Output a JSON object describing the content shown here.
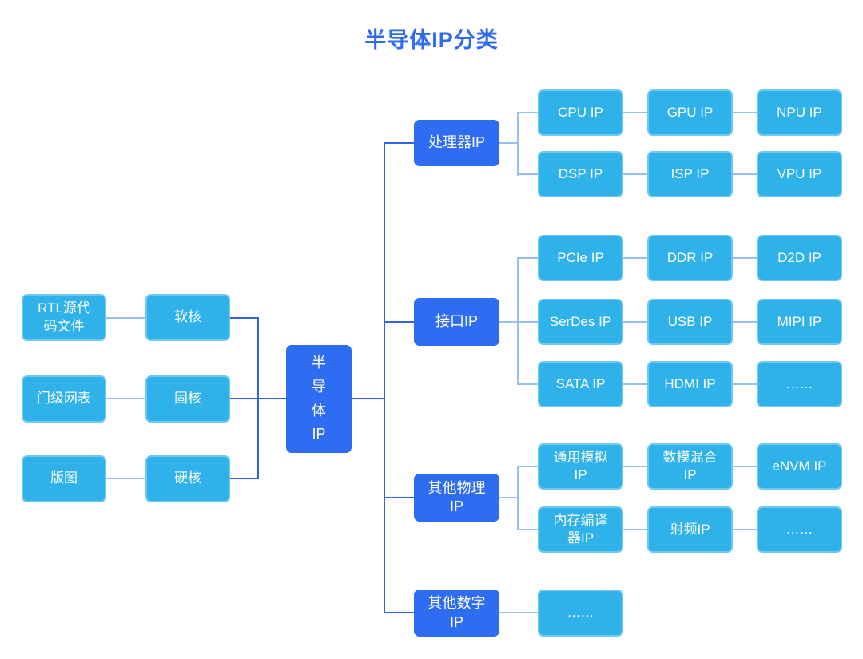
{
  "title": "半导体IP分类",
  "colors": {
    "title_text": "#2f6af5",
    "category_box": "#2e6cf2",
    "leaf_box": "#2fb2e9",
    "connector_dark": "#3063ee",
    "connector_light": "#96c0ee",
    "box_text": "#ffffff",
    "background": "#ffffff"
  },
  "nodes": {
    "rtl": "RTL源代\n码文件",
    "netlist": "门级网表",
    "layout": "版图",
    "soft": "软核",
    "firm": "固核",
    "hard": "硬核",
    "center": "半\n导\n体\nIP",
    "processor": "处理器IP",
    "interface": "接口IP",
    "other_physical": "其他物理\nIP",
    "other_digital": "其他数字\nIP",
    "cpu": "CPU IP",
    "gpu": "GPU IP",
    "npu": "NPU IP",
    "dsp": "DSP IP",
    "isp": "ISP IP",
    "vpu": "VPU IP",
    "pcie": "PCIe IP",
    "ddr": "DDR IP",
    "d2d": "D2D IP",
    "serdes": "SerDes IP",
    "usb": "USB IP",
    "mipi": "MIPI IP",
    "sata": "SATA IP",
    "hdmi": "HDMI IP",
    "more_interface": "……",
    "analog": "通用模拟\nIP",
    "mixed": "数模混合\nIP",
    "envm": "eNVM IP",
    "memcompiler": "内存编译\n器IP",
    "rf": "射频IP",
    "more_physical": "……",
    "more_digital": "……"
  }
}
